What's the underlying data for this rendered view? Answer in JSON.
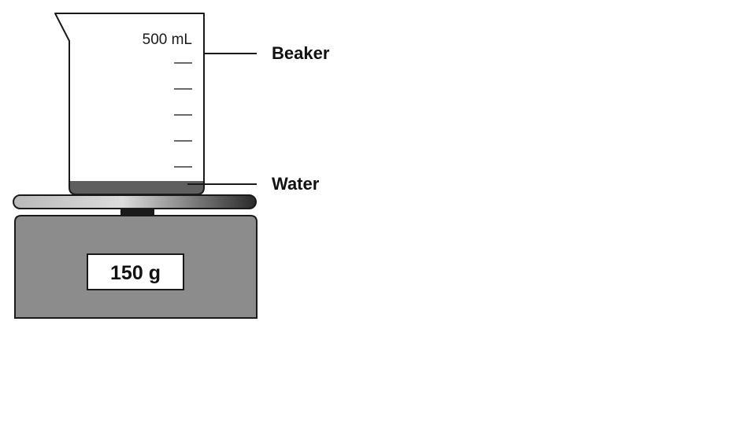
{
  "beaker": {
    "capacity_label": "500 mL",
    "graduation_count": 5
  },
  "labels": {
    "beaker": "Beaker",
    "water": "Water"
  },
  "scale": {
    "reading": "150 g"
  },
  "colors": {
    "outline": "#1a1a1a",
    "water": "#5f5f5f",
    "scale_body": "#8c8c8c",
    "scale_platform_dark": "#2a2a2a",
    "scale_platform_light": "#d8d8d8",
    "display_background": "#ffffff"
  }
}
